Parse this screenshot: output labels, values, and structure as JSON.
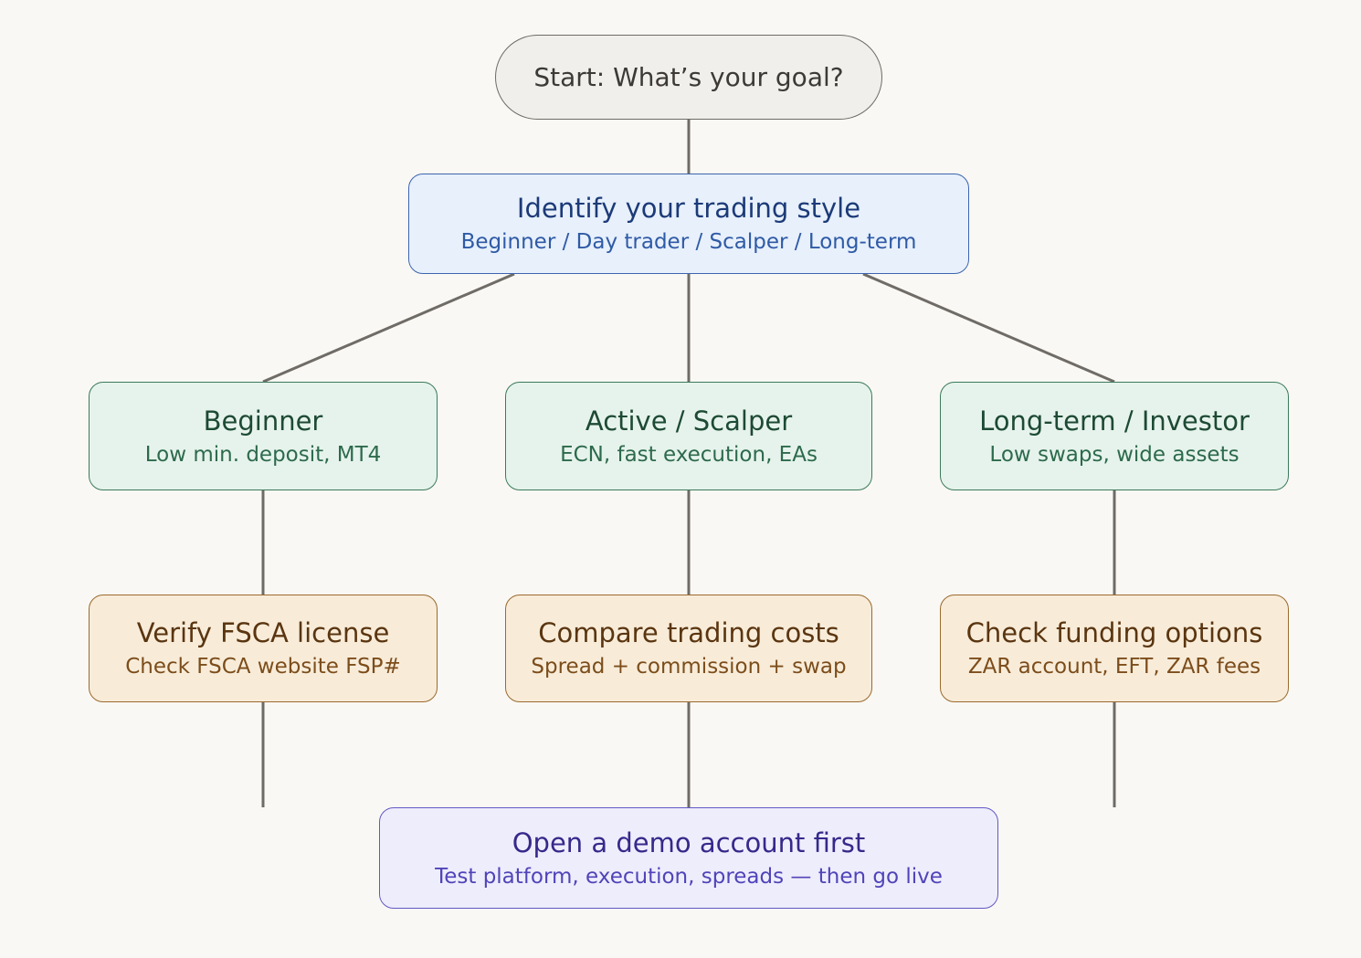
{
  "flow": {
    "start": {
      "title": "Start: What’s your goal?"
    },
    "style": {
      "title": "Identify your trading style",
      "subtitle": "Beginner / Day trader / Scalper / Long-term"
    },
    "branches": [
      {
        "title": "Beginner",
        "subtitle": "Low min. deposit, MT4"
      },
      {
        "title": "Active / Scalper",
        "subtitle": "ECN, fast execution, EAs"
      },
      {
        "title": "Long-term / Investor",
        "subtitle": "Low swaps, wide assets"
      }
    ],
    "checks": [
      {
        "title": "Verify FSCA license",
        "subtitle": "Check FSCA website FSP#"
      },
      {
        "title": "Compare trading costs",
        "subtitle": "Spread + commission + swap"
      },
      {
        "title": "Check funding options",
        "subtitle": "ZAR account, EFT, ZAR fees"
      }
    ],
    "final": {
      "title": "Open a demo account first",
      "subtitle": "Test platform, execution, spreads — then go live"
    }
  },
  "colors": {
    "start_fill": "#f0efeb",
    "style_fill": "#e7f0fb",
    "branch_fill": "#e6f3ec",
    "check_fill": "#f8ecd9",
    "final_fill": "#eeedfc",
    "connector": "#6f6b66"
  }
}
